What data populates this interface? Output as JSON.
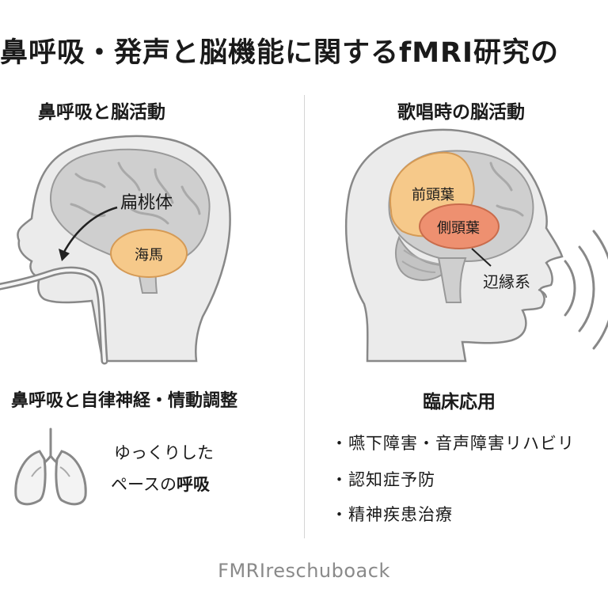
{
  "title": "鼻呼吸・発声と脳機能に関するfMRI研究の",
  "left_panel": {
    "heading": "鼻呼吸と脳活動",
    "label_amygdala": "扁桃体",
    "label_hippocampus": "海馬"
  },
  "right_panel": {
    "heading": "歌唱時の脳活動",
    "label_frontal": "前頭葉",
    "label_temporal": "側頭葉",
    "label_limbic": "辺縁系"
  },
  "bottom_left": {
    "heading": "鼻呼吸と自律神経・情動調整",
    "text_line1": "ゆっくりした",
    "text_line2_prefix": "ペースの",
    "text_line2_bold": "呼吸"
  },
  "bottom_right": {
    "heading": "臨床応用",
    "items": [
      "・嚥下障害・音声障害リハビリ",
      "・認知症予防",
      "・精神疾患治療"
    ]
  },
  "footer": "FMRIreschuboack",
  "colors": {
    "head_fill": "#ebebeb",
    "brain_fill": "#cfcfcf",
    "highlight_orange": "#f6c98a",
    "highlight_red": "#ee9070",
    "outline": "#888888"
  }
}
